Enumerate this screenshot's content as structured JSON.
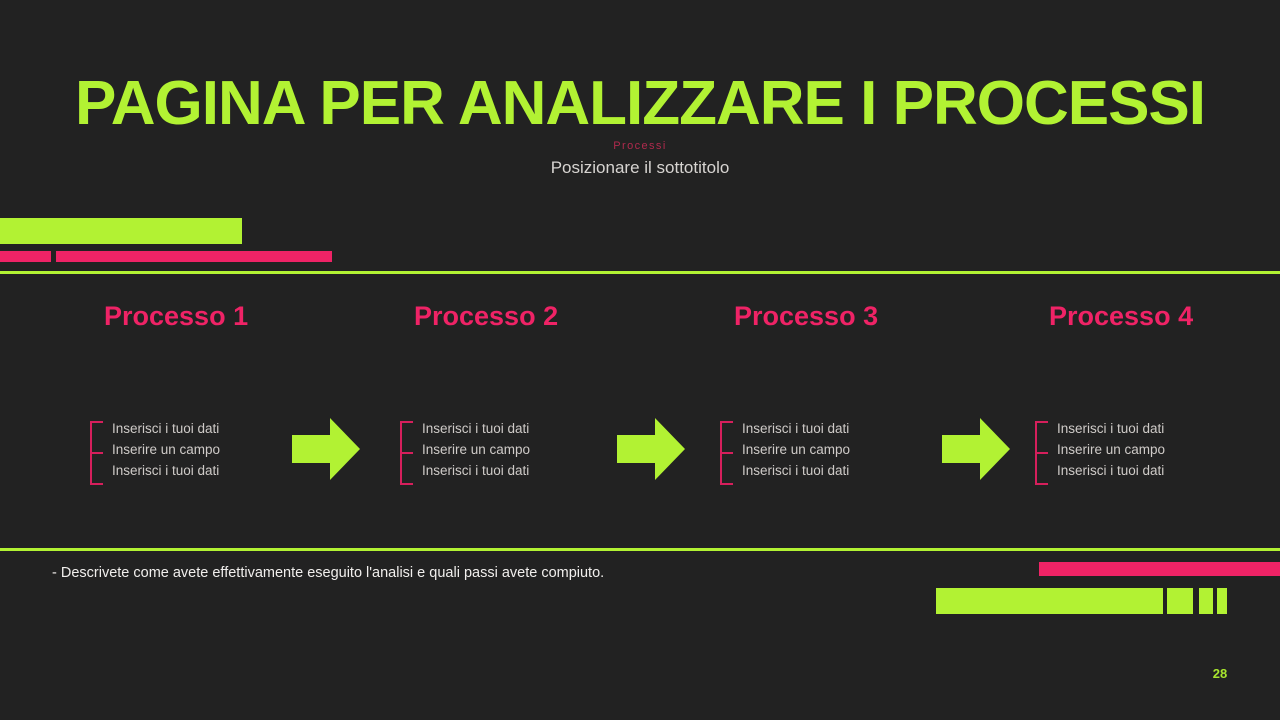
{
  "slide": {
    "background_color": "#222222",
    "accent_green": "#b2f233",
    "accent_pink": "#ef2366",
    "title": "PAGINA PER ANALIZZARE I PROCESSI",
    "eyebrow": "Processi",
    "subtitle": "Posizionare il sottotitolo",
    "page_number": "28"
  },
  "processes": [
    {
      "title": "Processo 1",
      "items": [
        "Inserisci i tuoi dati",
        "Inserire un campo",
        "Inserisci i tuoi dati"
      ]
    },
    {
      "title": "Processo 2",
      "items": [
        "Inserisci i tuoi dati",
        "Inserire un campo",
        "Inserisci i tuoi dati"
      ]
    },
    {
      "title": "Processo 3",
      "items": [
        "Inserisci i tuoi dati",
        "Inserire un campo",
        "Inserisci i tuoi dati"
      ]
    },
    {
      "title": "Processo 4",
      "items": [
        "Inserisci i tuoi dati",
        "Inserire un campo",
        "Inserisci i tuoi dati"
      ]
    }
  ],
  "arrows": [
    {
      "icon": "arrow-right-icon"
    },
    {
      "icon": "arrow-right-icon"
    },
    {
      "icon": "arrow-right-icon"
    }
  ],
  "footer": {
    "note": "- Descrivete come avete effettivamente eseguito l'analisi e quali passi avete compiuto."
  }
}
